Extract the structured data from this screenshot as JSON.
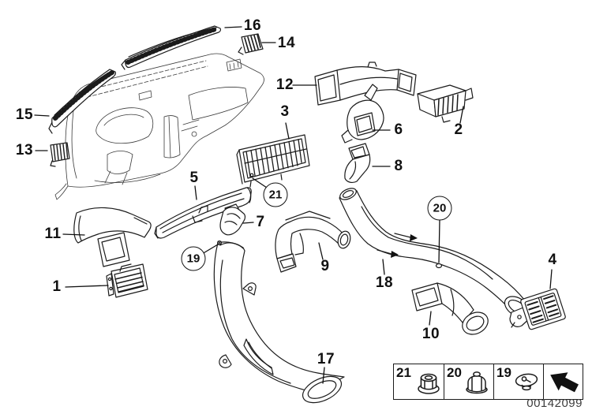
{
  "diagram": {
    "background": "#ffffff",
    "ink": "#1b1b1b",
    "doc_number_color": "#3d3d3d"
  },
  "doc_number": "00142099",
  "callouts": [
    {
      "part": "1",
      "label": "1",
      "circled": false
    },
    {
      "part": "2",
      "label": "2",
      "circled": false
    },
    {
      "part": "3",
      "label": "3",
      "circled": false
    },
    {
      "part": "4",
      "label": "4",
      "circled": false
    },
    {
      "part": "5",
      "label": "5",
      "circled": false
    },
    {
      "part": "6",
      "label": "6",
      "circled": false
    },
    {
      "part": "7",
      "label": "7",
      "circled": false
    },
    {
      "part": "8",
      "label": "8",
      "circled": false
    },
    {
      "part": "9",
      "label": "9",
      "circled": false
    },
    {
      "part": "10",
      "label": "10",
      "circled": false
    },
    {
      "part": "11",
      "label": "11",
      "circled": false
    },
    {
      "part": "12",
      "label": "12",
      "circled": false
    },
    {
      "part": "13",
      "label": "13",
      "circled": false
    },
    {
      "part": "14",
      "label": "14",
      "circled": false
    },
    {
      "part": "15",
      "label": "15",
      "circled": false
    },
    {
      "part": "16",
      "label": "16",
      "circled": false
    },
    {
      "part": "17",
      "label": "17",
      "circled": false
    },
    {
      "part": "18",
      "label": "18",
      "circled": false
    },
    {
      "part": "19",
      "label": "19",
      "circled": true
    },
    {
      "part": "20",
      "label": "20",
      "circled": true
    },
    {
      "part": "21",
      "label": "21",
      "circled": true
    }
  ],
  "legend": {
    "items": [
      {
        "label": "21",
        "icon": "flange-nut-icon"
      },
      {
        "label": "20",
        "icon": "cap-nut-icon"
      },
      {
        "label": "19",
        "icon": "expanding-rivet-icon"
      },
      {
        "label": "",
        "icon": "page-forward-arrow-icon"
      }
    ]
  }
}
